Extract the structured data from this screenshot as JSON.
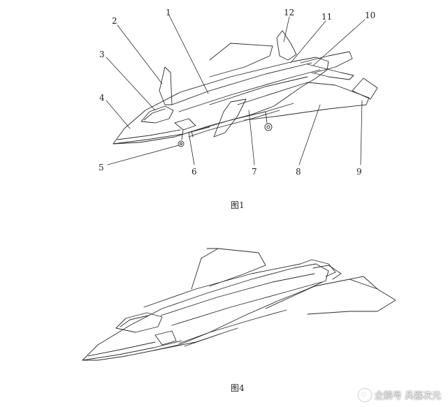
{
  "figure1": {
    "caption": "图1",
    "labels": [
      "1",
      "2",
      "3",
      "4",
      "5",
      "6",
      "7",
      "8",
      "9",
      "10",
      "11",
      "12"
    ]
  },
  "figure4": {
    "caption": "图4"
  },
  "watermark": {
    "text": "企鹅号 兵器次元",
    "icon": "penguin-logo-icon"
  },
  "colors": {
    "line": "#2a2a2a",
    "background": "#ffffff"
  }
}
